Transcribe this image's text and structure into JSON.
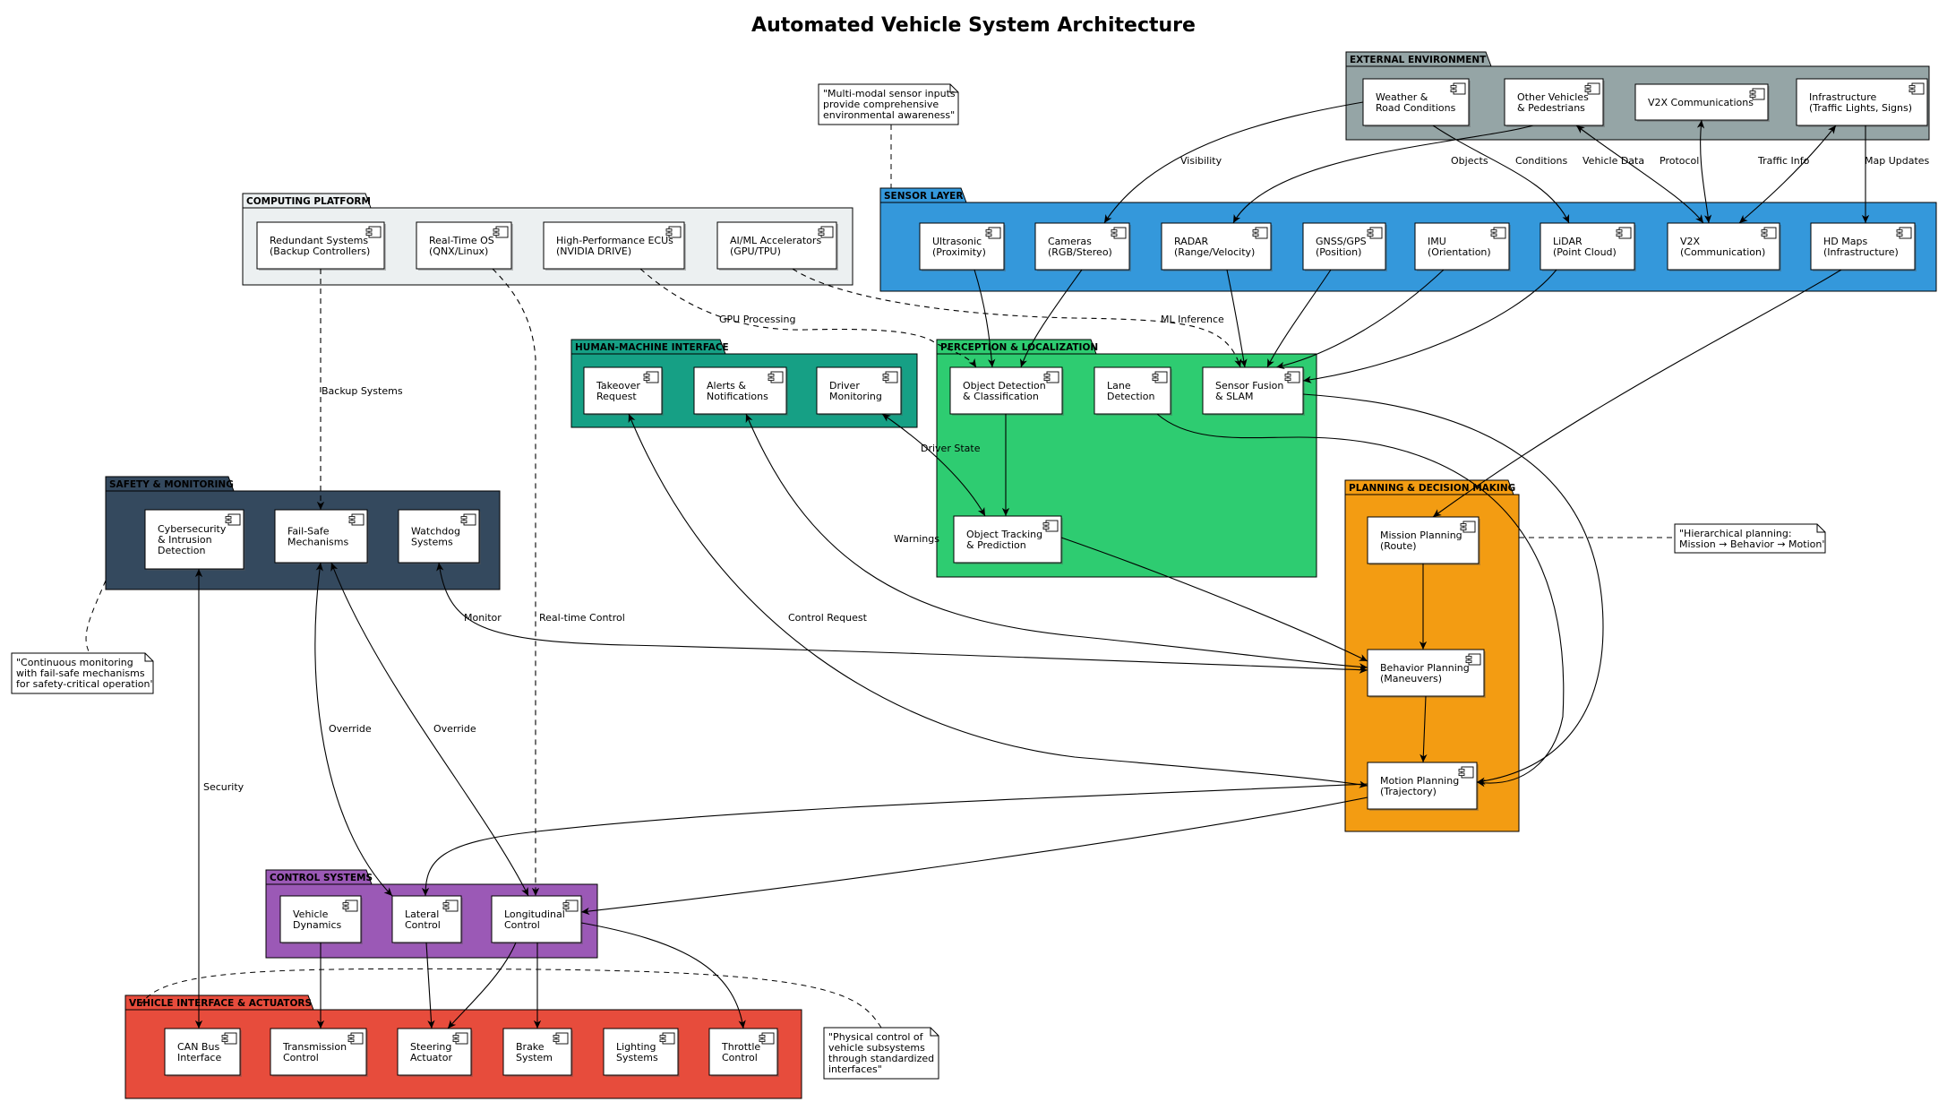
{
  "title": "Automated Vehicle System Architecture",
  "packages": [
    {
      "id": "external",
      "label": "EXTERNAL ENVIRONMENT",
      "color": "#95a5a6",
      "components": [
        {
          "id": "weather",
          "lines": [
            "Weather &",
            "Road Conditions"
          ]
        },
        {
          "id": "othervehicles",
          "lines": [
            "Other Vehicles",
            "& Pedestrians"
          ]
        },
        {
          "id": "v2xcomm",
          "lines": [
            "V2X Communications"
          ]
        },
        {
          "id": "infra",
          "lines": [
            "Infrastructure",
            "(Traffic Lights, Signs)"
          ]
        }
      ]
    },
    {
      "id": "sensor",
      "label": "SENSOR LAYER",
      "color": "#3498db",
      "components": [
        {
          "id": "ultrasonic",
          "lines": [
            "Ultrasonic",
            "(Proximity)"
          ]
        },
        {
          "id": "cameras",
          "lines": [
            "Cameras",
            "(RGB/Stereo)"
          ]
        },
        {
          "id": "radar",
          "lines": [
            "RADAR",
            "(Range/Velocity)"
          ]
        },
        {
          "id": "gnss",
          "lines": [
            "GNSS/GPS",
            "(Position)"
          ]
        },
        {
          "id": "imu",
          "lines": [
            "IMU",
            "(Orientation)"
          ]
        },
        {
          "id": "lidar",
          "lines": [
            "LiDAR",
            "(Point Cloud)"
          ]
        },
        {
          "id": "v2x",
          "lines": [
            "V2X",
            "(Communication)"
          ]
        },
        {
          "id": "hdmaps",
          "lines": [
            "HD Maps",
            "(Infrastructure)"
          ]
        }
      ]
    },
    {
      "id": "computing",
      "label": "COMPUTING PLATFORM",
      "color": "#ecf0f1",
      "components": [
        {
          "id": "redundant",
          "lines": [
            "Redundant Systems",
            "(Backup Controllers)"
          ]
        },
        {
          "id": "rtos",
          "lines": [
            "Real-Time OS",
            "(QNX/Linux)"
          ]
        },
        {
          "id": "ecus",
          "lines": [
            "High-Performance ECUs",
            "(NVIDIA DRIVE)"
          ]
        },
        {
          "id": "aiml",
          "lines": [
            "AI/ML Accelerators",
            "(GPU/TPU)"
          ]
        }
      ]
    },
    {
      "id": "hmi",
      "label": "HUMAN-MACHINE INTERFACE",
      "color": "#16a085",
      "components": [
        {
          "id": "takeover",
          "lines": [
            "Takeover",
            "Request"
          ]
        },
        {
          "id": "alerts",
          "lines": [
            "Alerts &",
            "Notifications"
          ]
        },
        {
          "id": "drivermon",
          "lines": [
            "Driver",
            "Monitoring"
          ]
        }
      ]
    },
    {
      "id": "perception",
      "label": "PERCEPTION & LOCALIZATION",
      "color": "#2ecc71",
      "components": [
        {
          "id": "objdet",
          "lines": [
            "Object Detection",
            "& Classification"
          ]
        },
        {
          "id": "lane",
          "lines": [
            "Lane",
            "Detection"
          ]
        },
        {
          "id": "fusion",
          "lines": [
            "Sensor Fusion",
            "& SLAM"
          ]
        },
        {
          "id": "tracking",
          "lines": [
            "Object Tracking",
            "& Prediction"
          ]
        }
      ]
    },
    {
      "id": "safety",
      "label": "SAFETY & MONITORING",
      "color": "#34495e",
      "components": [
        {
          "id": "cyber",
          "lines": [
            "Cybersecurity",
            "& Intrusion",
            "Detection"
          ]
        },
        {
          "id": "failsafe",
          "lines": [
            "Fail-Safe",
            "Mechanisms"
          ]
        },
        {
          "id": "watchdog",
          "lines": [
            "Watchdog",
            "Systems"
          ]
        }
      ]
    },
    {
      "id": "planning",
      "label": "PLANNING & DECISION MAKING",
      "color": "#f39c12",
      "components": [
        {
          "id": "mission",
          "lines": [
            "Mission Planning",
            "(Route)"
          ]
        },
        {
          "id": "behavior",
          "lines": [
            "Behavior Planning",
            "(Maneuvers)"
          ]
        },
        {
          "id": "motion",
          "lines": [
            "Motion Planning",
            "(Trajectory)"
          ]
        }
      ]
    },
    {
      "id": "control",
      "label": "CONTROL SYSTEMS",
      "color": "#9b59b6",
      "components": [
        {
          "id": "dynamics",
          "lines": [
            "Vehicle",
            "Dynamics"
          ]
        },
        {
          "id": "lateral",
          "lines": [
            "Lateral",
            "Control"
          ]
        },
        {
          "id": "longitudinal",
          "lines": [
            "Longitudinal",
            "Control"
          ]
        }
      ]
    },
    {
      "id": "actuators",
      "label": "VEHICLE INTERFACE & ACTUATORS",
      "color": "#e74c3c",
      "components": [
        {
          "id": "canbus",
          "lines": [
            "CAN Bus",
            "Interface"
          ]
        },
        {
          "id": "transmission",
          "lines": [
            "Transmission",
            "Control"
          ]
        },
        {
          "id": "steering",
          "lines": [
            "Steering",
            "Actuator"
          ]
        },
        {
          "id": "brake",
          "lines": [
            "Brake",
            "System"
          ]
        },
        {
          "id": "lighting",
          "lines": [
            "Lighting",
            "Systems"
          ]
        },
        {
          "id": "throttle",
          "lines": [
            "Throttle",
            "Control"
          ]
        }
      ]
    }
  ],
  "notes": [
    {
      "id": "note-sensor",
      "lines": [
        "\"Multi-modal sensor inputs",
        "provide comprehensive",
        "environmental awareness\""
      ]
    },
    {
      "id": "note-planning",
      "lines": [
        "\"Hierarchical planning:",
        "Mission → Behavior → Motion\""
      ]
    },
    {
      "id": "note-safety",
      "lines": [
        "\"Continuous monitoring",
        "with fail-safe mechanisms",
        "for safety-critical operation\""
      ]
    },
    {
      "id": "note-actuators",
      "lines": [
        "\"Physical control of",
        "vehicle subsystems",
        "through standardized",
        "interfaces\""
      ]
    }
  ],
  "edge_labels": {
    "visibility": "Visibility",
    "objects": "Objects",
    "conditions": "Conditions",
    "vehicle_data": "Vehicle Data",
    "protocol": "Protocol",
    "traffic_info": "Traffic Info",
    "map_updates": "Map Updates",
    "gpu_processing": "GPU Processing",
    "ml_inference": "ML Inference",
    "backup_systems": "Backup Systems",
    "driver_state": "Driver State",
    "warnings": "Warnings",
    "control_request": "Control Request",
    "monitor": "Monitor",
    "realtime_control": "Real-time Control",
    "override_lat": "Override",
    "override_long": "Override",
    "security": "Security"
  }
}
